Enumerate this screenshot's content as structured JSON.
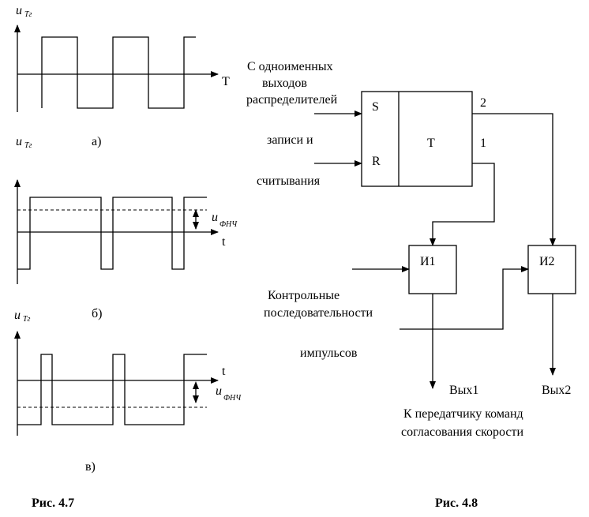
{
  "fig47": {
    "a": {
      "ylabel": "u",
      "ysub": "Tг",
      "xlabel": "T",
      "caption": "а)"
    },
    "b": {
      "ylabel": "u",
      "ysub": "Tг",
      "xlabel": "t",
      "dim_label": "u",
      "dim_sub": "ФНЧ",
      "caption": "б)"
    },
    "c": {
      "ylabel": "u",
      "ysub": "Tг",
      "xlabel": "t",
      "dim_label": "u",
      "dim_sub": "ФНЧ",
      "caption": "в)"
    },
    "title": "Рис. 4.7"
  },
  "fig48": {
    "input_label_1": "С одноименных",
    "input_label_2": "выходов",
    "input_label_3": "распределителей",
    "s_pin": "S",
    "r_pin": "R",
    "t_label": "T",
    "out2": "2",
    "out1": "1",
    "write_label": "записи и",
    "read_label": "считывания",
    "and1": "И1",
    "and2": "И2",
    "ctrl_label_1": "Контрольные",
    "ctrl_label_2": "последовательности",
    "ctrl_label_3": "импульсов",
    "out_label_1": "Вых1",
    "out_label_2": "Вых2",
    "dest_1": "К передатчику команд",
    "dest_2": "согласования скорости",
    "title": "Рис. 4.8"
  }
}
